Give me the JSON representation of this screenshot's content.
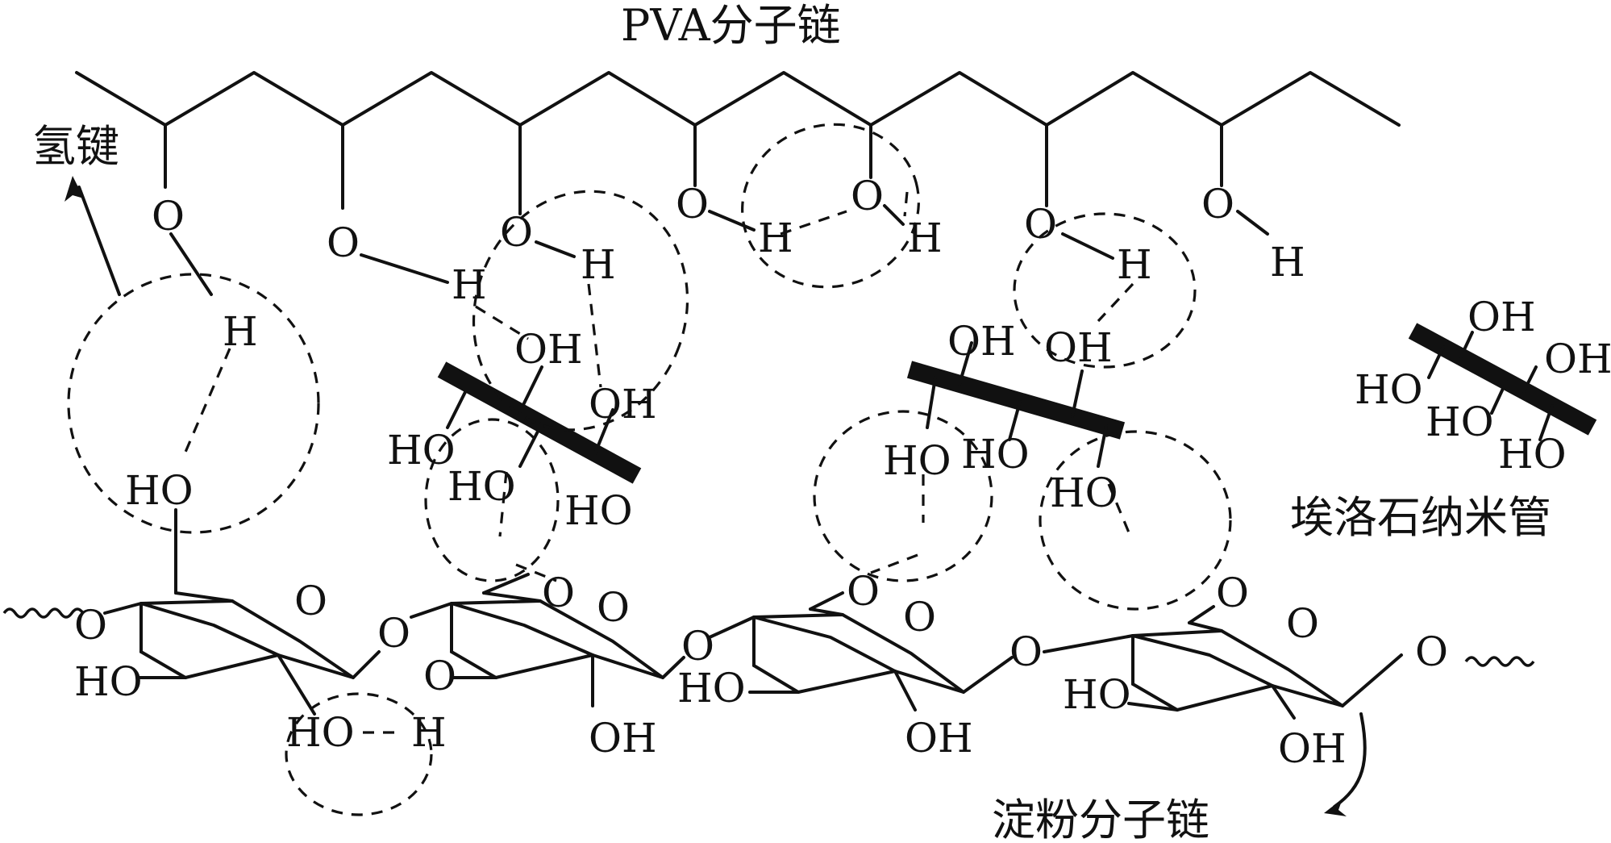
{
  "labels": {
    "pva_chain": "PVA分子链",
    "hydrogen_bond": "氢键",
    "halloysite": "埃洛石纳米管",
    "starch_chain": "淀粉分子链"
  },
  "atoms": {
    "O": "O",
    "H": "H",
    "OH": "OH",
    "HO": "HO"
  },
  "colors": {
    "ink": "#111111",
    "background": "#ffffff"
  }
}
